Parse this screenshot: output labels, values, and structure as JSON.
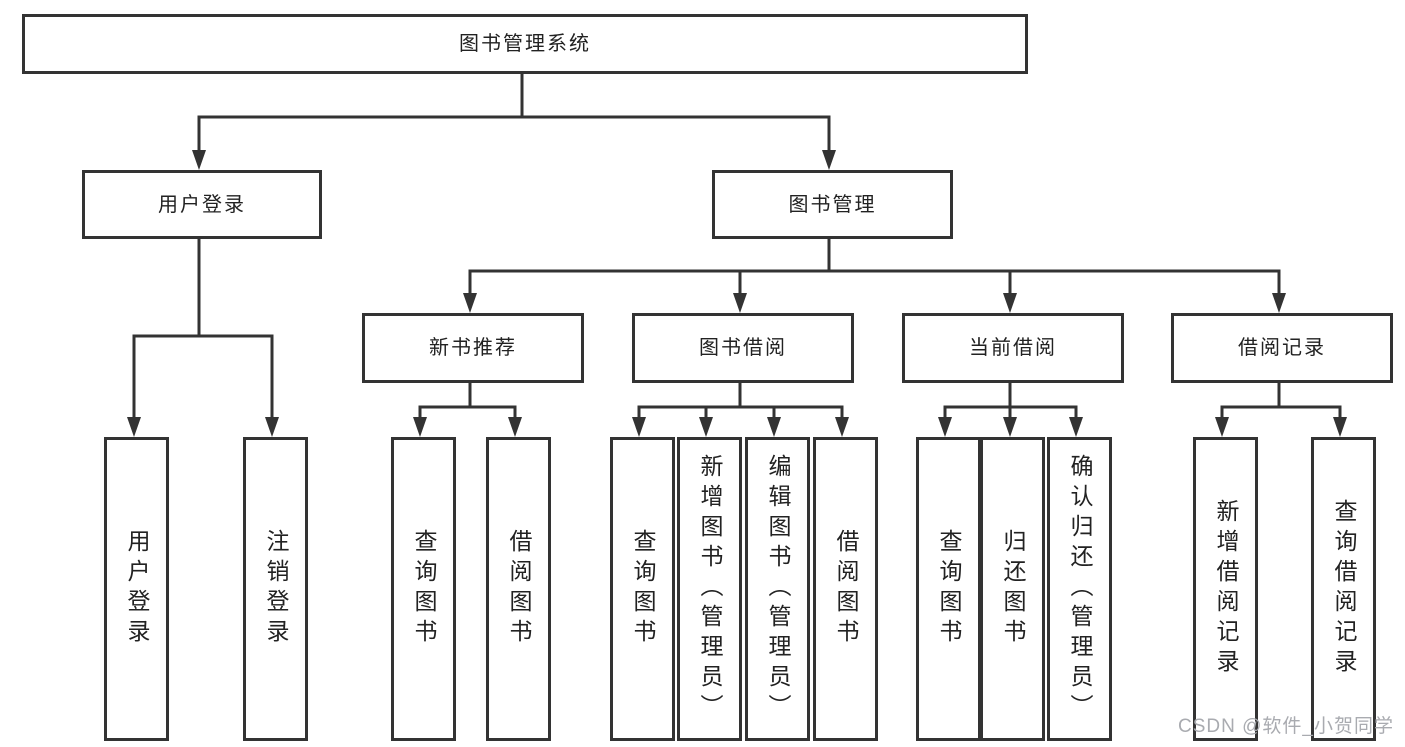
{
  "diagram": {
    "type": "tree",
    "title": "图书管理系统",
    "background": "#ffffff",
    "line_color": "#333333",
    "box_border_color": "#333333",
    "text_color": "#222222",
    "nodes": {
      "root": {
        "label": "图书管理系统"
      },
      "user_login": {
        "label": "用户登录"
      },
      "book_mgmt": {
        "label": "图书管理"
      },
      "new_book_rec": {
        "label": "新书推荐"
      },
      "book_borrow": {
        "label": "图书借阅"
      },
      "current_borrow": {
        "label": "当前借阅"
      },
      "borrow_records": {
        "label": "借阅记录"
      },
      "leaves": {
        "user_login": {
          "label": "用户登录"
        },
        "logout": {
          "label": "注销登录"
        },
        "newbook_query_book": {
          "label": "查询图书"
        },
        "newbook_borrow_book": {
          "label": "借阅图书"
        },
        "borrow_query_book": {
          "label": "查询图书"
        },
        "borrow_add_book_admin": {
          "label": "新增图书（管理员）"
        },
        "borrow_edit_book_admin": {
          "label": "编辑图书（管理员）"
        },
        "borrow_borrow_book": {
          "label": "借阅图书"
        },
        "current_query_book": {
          "label": "查询图书"
        },
        "current_return_book": {
          "label": "归还图书"
        },
        "current_confirm_return_admin": {
          "label": "确认归还（管理员）"
        },
        "records_add_record": {
          "label": "新增借阅记录"
        },
        "records_query_record": {
          "label": "查询借阅记录"
        }
      }
    },
    "hierarchy": {
      "图书管理系统": [
        "用户登录",
        "图书管理"
      ],
      "用户登录": [
        "用户登录",
        "注销登录"
      ],
      "图书管理": [
        "新书推荐",
        "图书借阅",
        "当前借阅",
        "借阅记录"
      ],
      "新书推荐": [
        "查询图书",
        "借阅图书"
      ],
      "图书借阅": [
        "查询图书",
        "新增图书（管理员）",
        "编辑图书（管理员）",
        "借阅图书"
      ],
      "当前借阅": [
        "查询图书",
        "归还图书",
        "确认归还（管理员）"
      ],
      "借阅记录": [
        "新增借阅记录",
        "查询借阅记录"
      ]
    },
    "watermark": {
      "text": "CSDN @软件_小贺同学",
      "color": "#a9abb0"
    }
  }
}
